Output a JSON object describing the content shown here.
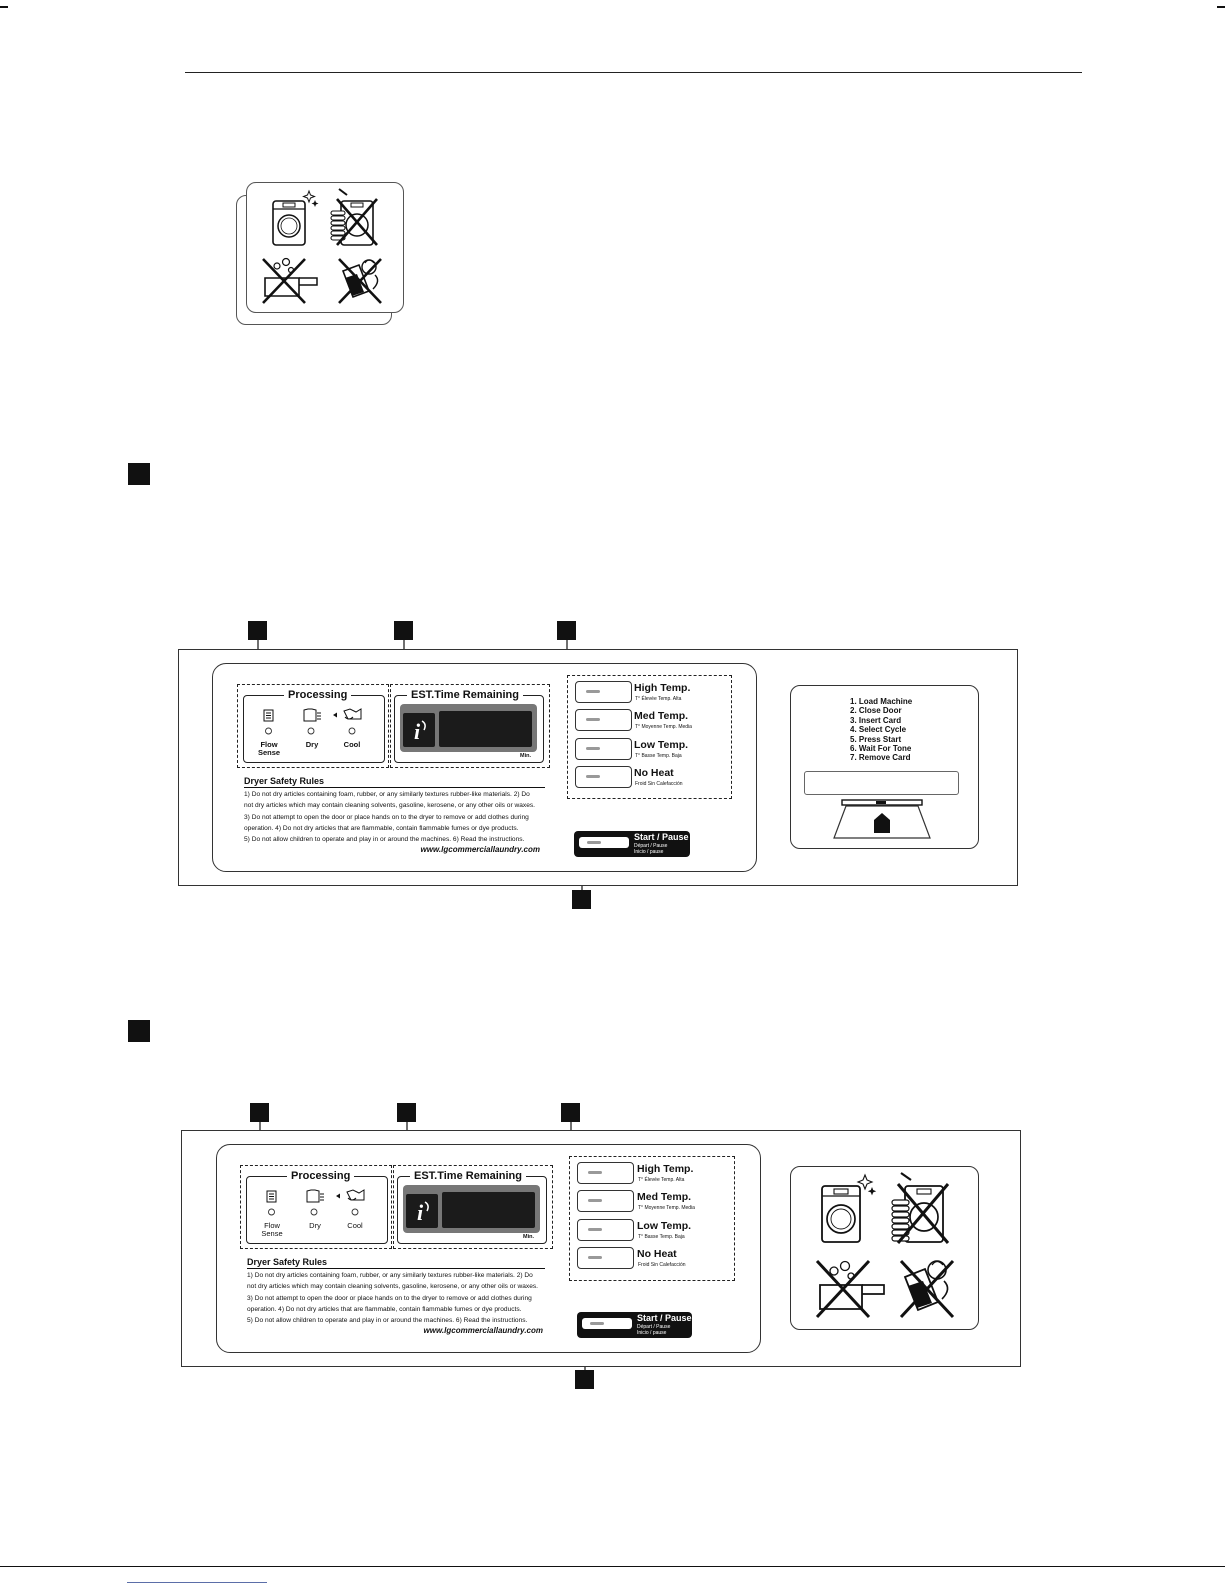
{
  "panel": {
    "processing_title": "Processing",
    "stages": [
      "Flow Sense",
      "Dry",
      "Cool"
    ],
    "time_title": "EST.Time Remaining",
    "min_label": "Min.",
    "rules_title": "Dryer Safety Rules",
    "rules_lines": [
      "1) Do not dry articles containing foam, rubber, or any similarly textures rubber-like materials.   2) Do",
      "not dry articles which may contain cleaning solvents, gasoline, kerosene, or any other oils or waxes.",
      "3) Do not attempt to open the door or place hands on to the dryer to remove or add clothes during",
      "operation.   4) Do not dry articles that are flammable, contain flammable fumes or dye products.",
      "5) Do not allow children to operate and play in or around the machines.   6) Read the instructions."
    ],
    "website": "www.lgcommerciallaundry.com",
    "temps": [
      {
        "name": "High Temp.",
        "sub": "T° Élevée   Temp. Alta"
      },
      {
        "name": "Med Temp.",
        "sub": "T° Moyenne   Temp. Media"
      },
      {
        "name": "Low Temp.",
        "sub": "T° Basse   Temp. Baja"
      },
      {
        "name": "No Heat",
        "sub": "Froid   Sin Calefacción"
      }
    ],
    "start": {
      "title": "Start / Pause",
      "sub1": "Départ / Pause",
      "sub2": "Inicio / pause"
    }
  },
  "card_steps": [
    "1. Load Machine",
    "2. Close Door",
    "3. Insert Card",
    "4. Select Cycle",
    "5. Press Start",
    "6. Wait For Tone",
    "7. Remove Card"
  ],
  "icon_names": [
    "washer-sparkle-icon",
    "no-stacked-coins-icon",
    "no-soaking-icon",
    "no-pets-in-machine-icon"
  ]
}
